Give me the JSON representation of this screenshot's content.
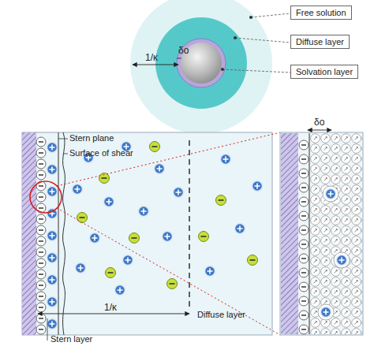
{
  "diagram": {
    "nodes": [
      {
        "text": [
          "Free solution"
        ]
      },
      {
        "text": [
          "Diffuse layer"
        ]
      },
      {
        "text": [
          "Solvation layer"
        ]
      }
    ],
    "labels": [
      "1/κ",
      "δo",
      "Stern plane",
      "Surface of shear",
      "1/κ",
      "Diffuse layer",
      "Stern layer",
      "δo"
    ]
  }
}
